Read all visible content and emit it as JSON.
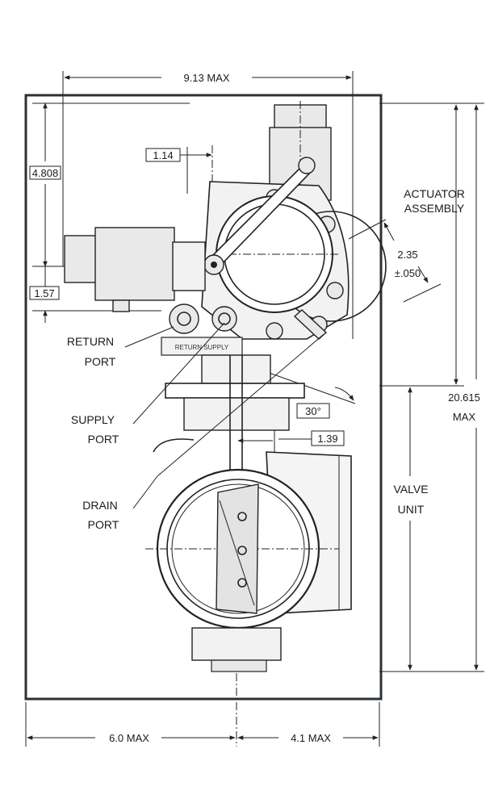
{
  "dimensions": {
    "overall_width": "9.13 MAX",
    "offset_height": "4.808",
    "port_offset": "1.14",
    "lower_offset": "1.57",
    "flange_angle_dim_1": "2.35",
    "flange_angle_dim_2": "±.050",
    "angle": "30°",
    "drain_offset": "1.39",
    "overall_height_1": "20.615",
    "overall_height_2": "MAX",
    "left_width": "6.0 MAX",
    "right_width": "4.1 MAX"
  },
  "labels": {
    "actuator_1": "ACTUATOR",
    "actuator_2": "ASSEMBLY",
    "valve_1": "VALVE",
    "valve_2": "UNIT",
    "return_1": "RETURN",
    "return_2": "PORT",
    "supply_1": "SUPPLY",
    "supply_2": "PORT",
    "drain_1": "DRAIN",
    "drain_2": "PORT",
    "stamped": "RETURN SUPPLY"
  }
}
